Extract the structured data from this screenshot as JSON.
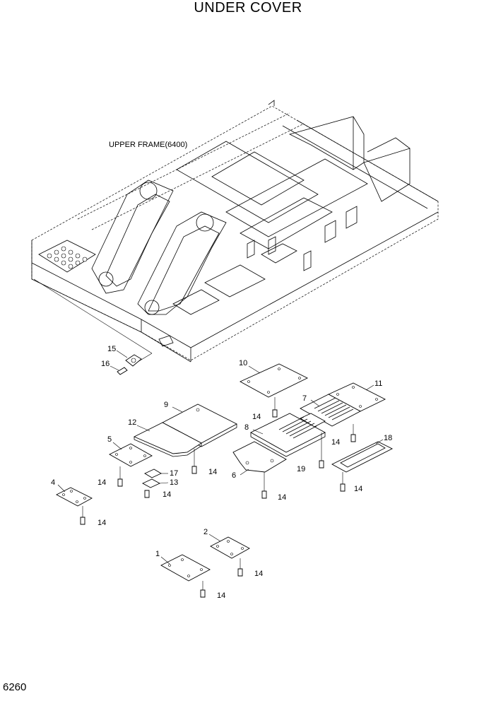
{
  "title": "UNDER COVER",
  "page_number": "6260",
  "frame_label": "UPPER FRAME(6400)",
  "callouts": {
    "c1": "1",
    "c2": "2",
    "c4": "4",
    "c5": "5",
    "c6": "6",
    "c7": "7",
    "c8": "8",
    "c9": "9",
    "c10": "10",
    "c11": "11",
    "c12": "12",
    "c13": "13",
    "c15": "15",
    "c16": "16",
    "c17": "17",
    "c18": "18",
    "c19": "19",
    "c14": "14"
  }
}
